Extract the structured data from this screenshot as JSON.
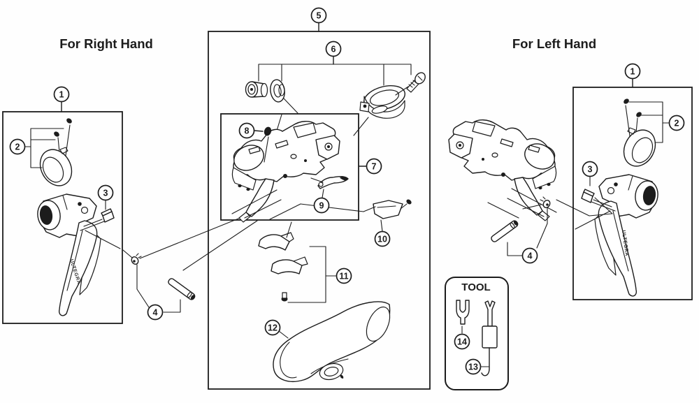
{
  "titles": {
    "right_hand": "For Right Hand",
    "left_hand": "For Left Hand"
  },
  "tool_box": {
    "title": "TOOL"
  },
  "brand_logo": "ULTEGRA",
  "callouts": {
    "right_hand_unit": [
      "1",
      "2",
      "3",
      "4"
    ],
    "shared_assembly": [
      "5",
      "6",
      "7",
      "8",
      "9",
      "10",
      "11",
      "12"
    ],
    "left_hand_unit": [
      "1",
      "2",
      "3",
      "4"
    ],
    "tools": [
      "13",
      "14"
    ]
  },
  "colors": {
    "line": "#1c1c1c",
    "background": "#ffffff"
  }
}
